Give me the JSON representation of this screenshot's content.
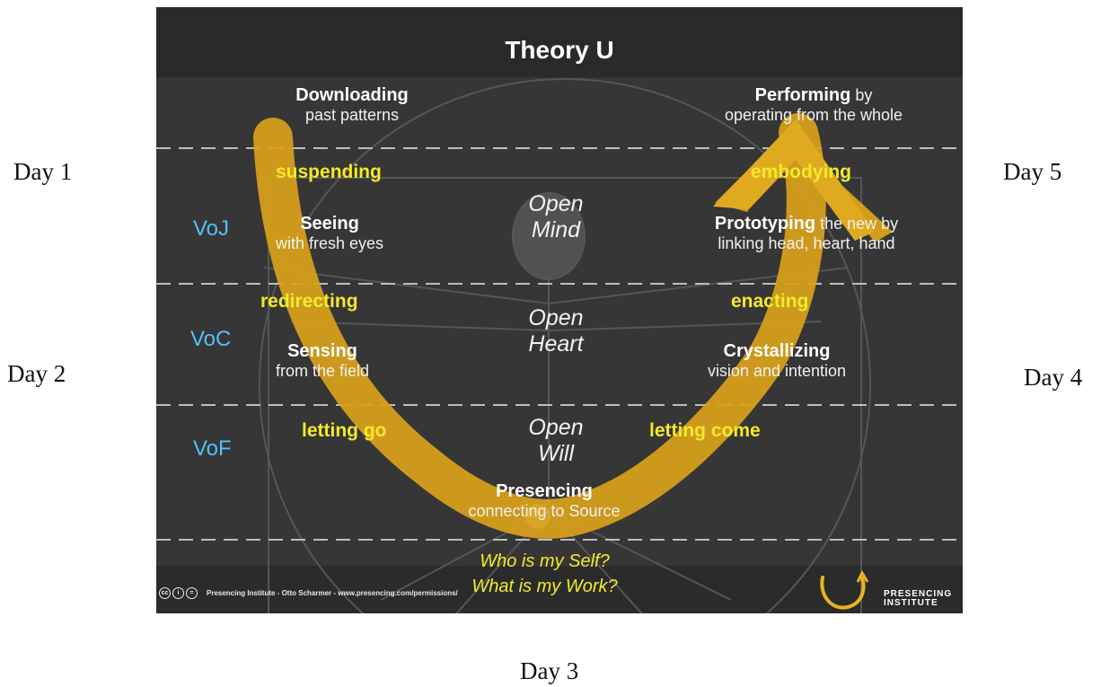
{
  "days": {
    "day1": "Day 1",
    "day2": "Day 2",
    "day3": "Day 3",
    "day4": "Day 4",
    "day5": "Day 5"
  },
  "slide": {
    "title": "Theory U",
    "left": {
      "downloading": "Downloading",
      "downloading_sub": "past patterns",
      "suspending": "suspending",
      "seeing": "Seeing",
      "seeing_sub": "with fresh eyes",
      "redirecting": "redirecting",
      "sensing": "Sensing",
      "sensing_sub": "from the field",
      "letting_go": "letting go"
    },
    "right": {
      "performing": "Performing",
      "performing_suffix": " by",
      "performing_sub": "operating from the whole",
      "embodying": "embodying",
      "prototyping": "Prototyping",
      "prototyping_suffix": " the new by",
      "prototyping_sub": "linking head, heart, hand",
      "enacting": "enacting",
      "crystallizing": "Crystallizing",
      "crystallizing_sub": "vision and intention",
      "letting_come": "letting come"
    },
    "bottom": {
      "presencing": "Presencing",
      "presencing_sub": "connecting to Source",
      "question1": "Who is my Self?",
      "question2": "What is my Work?"
    },
    "center": {
      "open1": "Open",
      "mind": "Mind",
      "open2": "Open",
      "heart": "Heart",
      "open3": "Open",
      "will": "Will"
    },
    "voices": {
      "voj": "VoJ",
      "voc": "VoC",
      "vof": "VoF"
    },
    "footer": {
      "credit": "Presencing Institute - Otto Scharmer - www.presencing.com/permissions/",
      "cc1": "cc",
      "cc2": "i",
      "cc3": "=",
      "logo_line1": "PRESENCING",
      "logo_line2": "INSTITUTE"
    },
    "colors": {
      "background": "#363636",
      "arrow": "#d9a21b",
      "yellow_text": "#f3ea2a",
      "voice_text": "#4fc3f7"
    }
  }
}
